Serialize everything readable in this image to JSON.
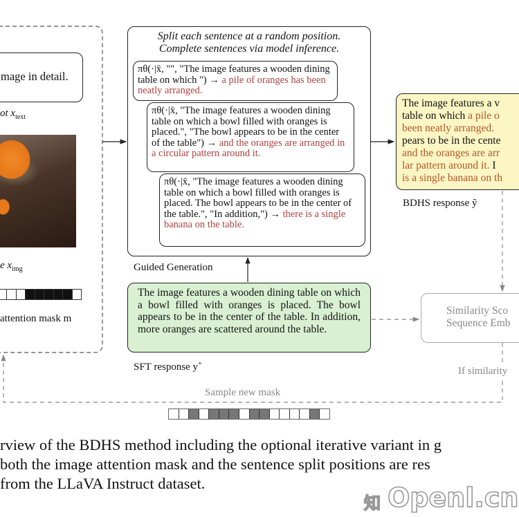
{
  "left_panel": {
    "prompt_text": "mage in detail.",
    "prompt_label": "ot x",
    "prompt_label_sub": "text",
    "image_label": "e x",
    "image_label_sub": "img",
    "mask_label": "attention mask m",
    "mask_cells": [
      "white",
      "white",
      "white",
      "black",
      "black",
      "black",
      "black",
      "black",
      "white"
    ]
  },
  "guided_generation": {
    "title_line1": "Split each sentence at a random position.",
    "title_line2": "Complete sentences via model inference.",
    "steps": [
      {
        "prefix": "πθ(·|x̄, \"\", \"The image features a wooden dining table on which \") → ",
        "completion": "a pile of oranges has been neatly arranged."
      },
      {
        "prefix": "πθ(·|x̄, \"The image features a wooden dining table on which a bowl filled with oranges is placed.\", \"The bowl appears to be in the center of the table\") → ",
        "completion": "and the oranges are arranged in a circular pattern around it."
      },
      {
        "prefix": "πθ(·|x̄, \"The image features a wooden dining table on which a bowl filled with oranges is placed. The bowl appears to be in the center of the table.\", \"In addition,\") → ",
        "completion": "there is a single banana on the table."
      }
    ],
    "label": "Guided Generation"
  },
  "sft": {
    "text": "The image features a wooden dining table on which a bowl filled with oranges is placed. The bowl appears to be in the center of the table. In addition, more oranges are scattered around the table.",
    "label": "SFT response y",
    "label_sup": "+",
    "color": "#d9f1d2"
  },
  "bdhs": {
    "segments": [
      {
        "text": "The image features a v",
        "highlight": false
      },
      {
        "text": "table on which ",
        "highlight": false
      },
      {
        "text": "a pile o",
        "highlight": true
      },
      {
        "text": "been neatly arranged.",
        "highlight": true
      },
      {
        "text": "pears to be in the cente",
        "highlight": false
      },
      {
        "text": "and the oranges are arr",
        "highlight": true
      },
      {
        "text": "lar pattern around it.",
        "highlight": true
      },
      {
        "text": " I",
        "highlight": false
      },
      {
        "text": "is a single banana on th",
        "highlight": true
      }
    ],
    "label": "BDHS response ỹ",
    "color": "#fcf6c4"
  },
  "similarity": {
    "line1": "Similarity Sco",
    "line2": "Sequence Emb",
    "condition": "If similarity"
  },
  "resample": {
    "label": "Sample new mask",
    "mask_cells": [
      "white",
      "white",
      "gray",
      "white",
      "gray",
      "gray",
      "gray",
      "white",
      "gray",
      "gray",
      "white",
      "white",
      "white",
      "white",
      "gray",
      "white"
    ]
  },
  "caption": {
    "line1": "rview of the BDHS method including the optional iterative variant in g",
    "line2": " both the image attention mask and the sentence split positions are res",
    "line3": " from the LLaVA Instruct dataset."
  },
  "watermark": {
    "text": "Openl.cn",
    "glyph": "知"
  }
}
